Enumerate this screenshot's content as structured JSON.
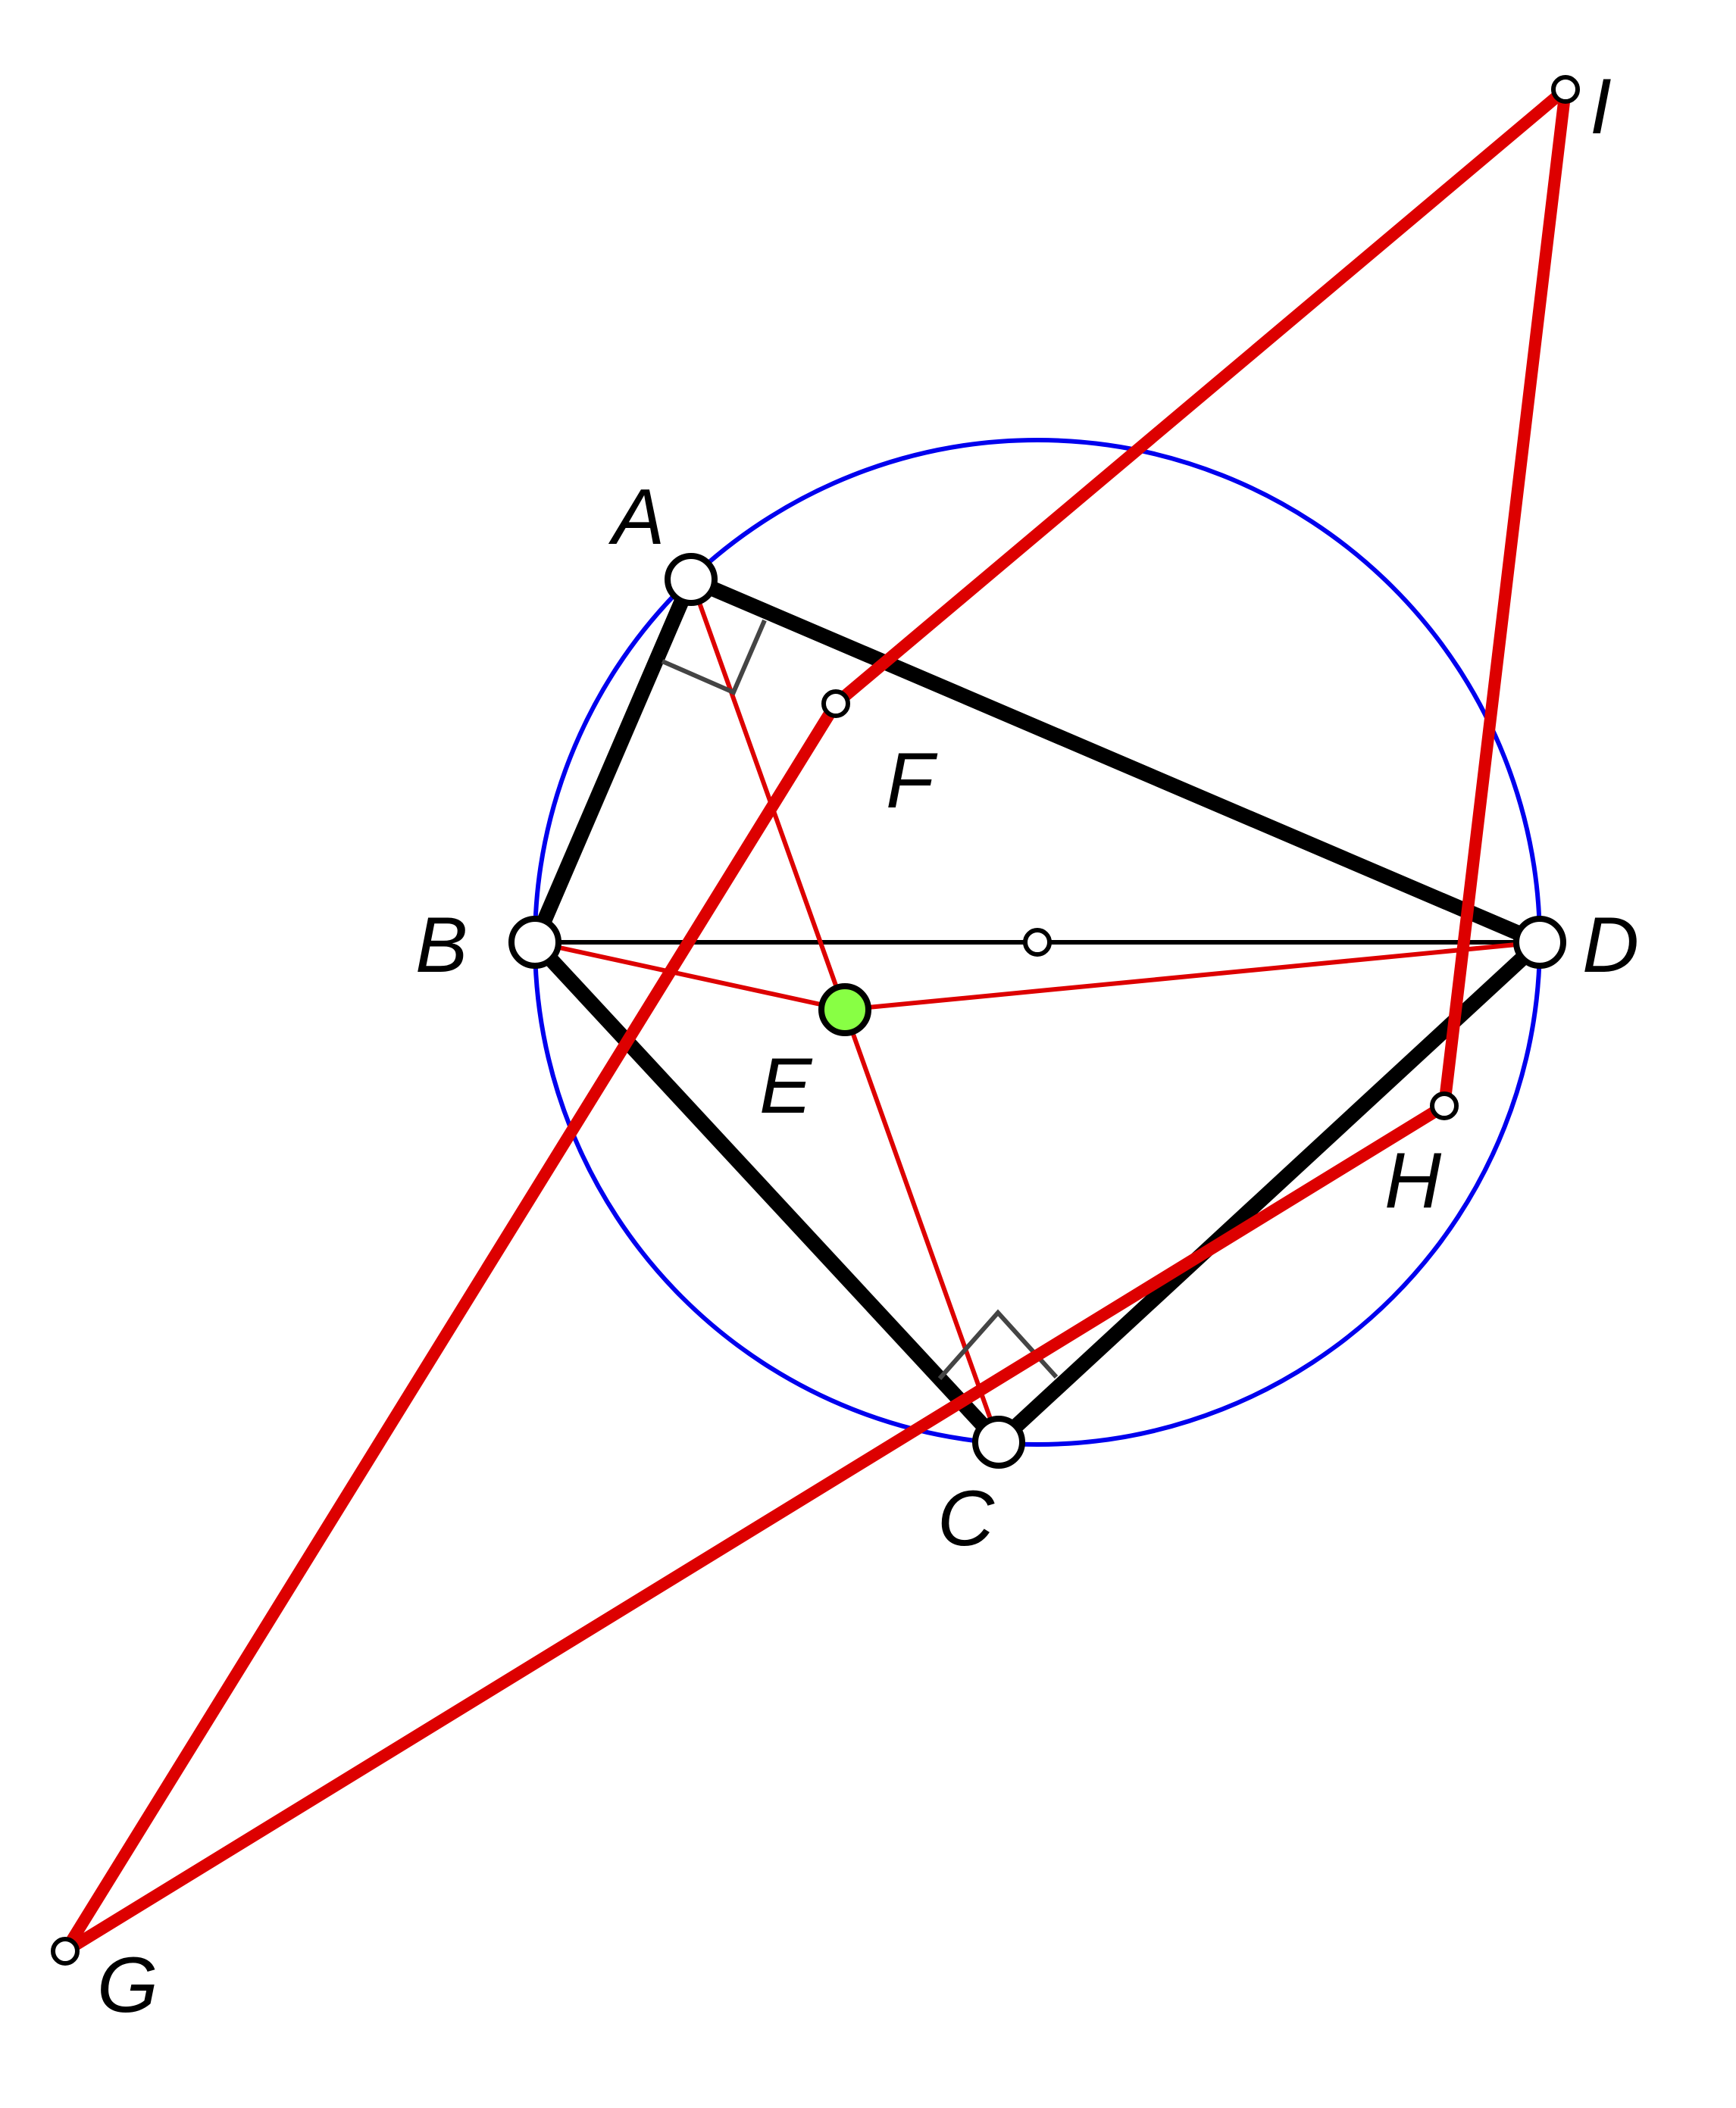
{
  "diagram": {
    "colors": {
      "circle": "#0000ee",
      "quad": "#000000",
      "red": "#dd0000",
      "right_angle_mark": "#444444",
      "point_fill": "#ffffff",
      "point_stroke": "#000000",
      "highlight_point": "#88ff44"
    },
    "labels": {
      "A": "A",
      "B": "B",
      "C": "C",
      "D": "D",
      "E": "E",
      "F": "F",
      "G": "G",
      "H": "H",
      "I": "I"
    }
  }
}
